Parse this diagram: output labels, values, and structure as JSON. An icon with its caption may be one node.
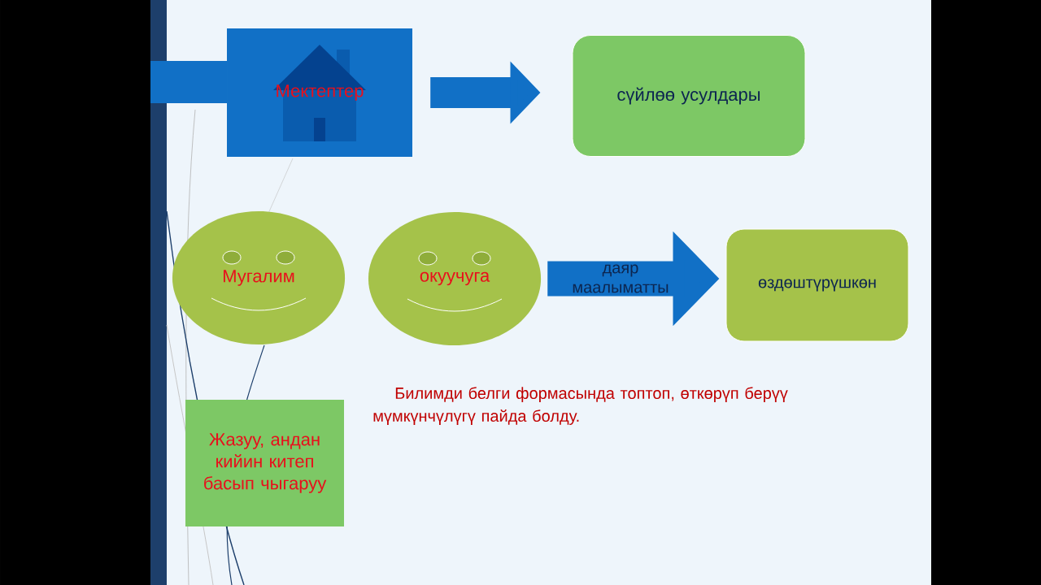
{
  "diagram": {
    "nodes": [
      {
        "text": [
          "Мектептер"
        ]
      },
      {
        "text": [
          "сүйлөө усулдары"
        ]
      },
      {
        "text": [
          "Мугалим"
        ]
      },
      {
        "text": [
          "окуучуга"
        ]
      },
      {
        "text": [
          "өздөштүрүшкөн"
        ]
      },
      {
        "text": [
          "Жазуу, андан кийин китеп басып чыгаруу"
        ]
      }
    ],
    "edges": [
      {
        "from": 0,
        "to": 1,
        "arrow": "to"
      },
      {
        "from": 3,
        "to": 4,
        "arrow": "to",
        "label": "даяр маалыматты"
      }
    ],
    "labels": [
      "Билимди белги формасында топтоп, өткөрүп берүү мүмкүнчүлүгү пайда болду."
    ]
  }
}
